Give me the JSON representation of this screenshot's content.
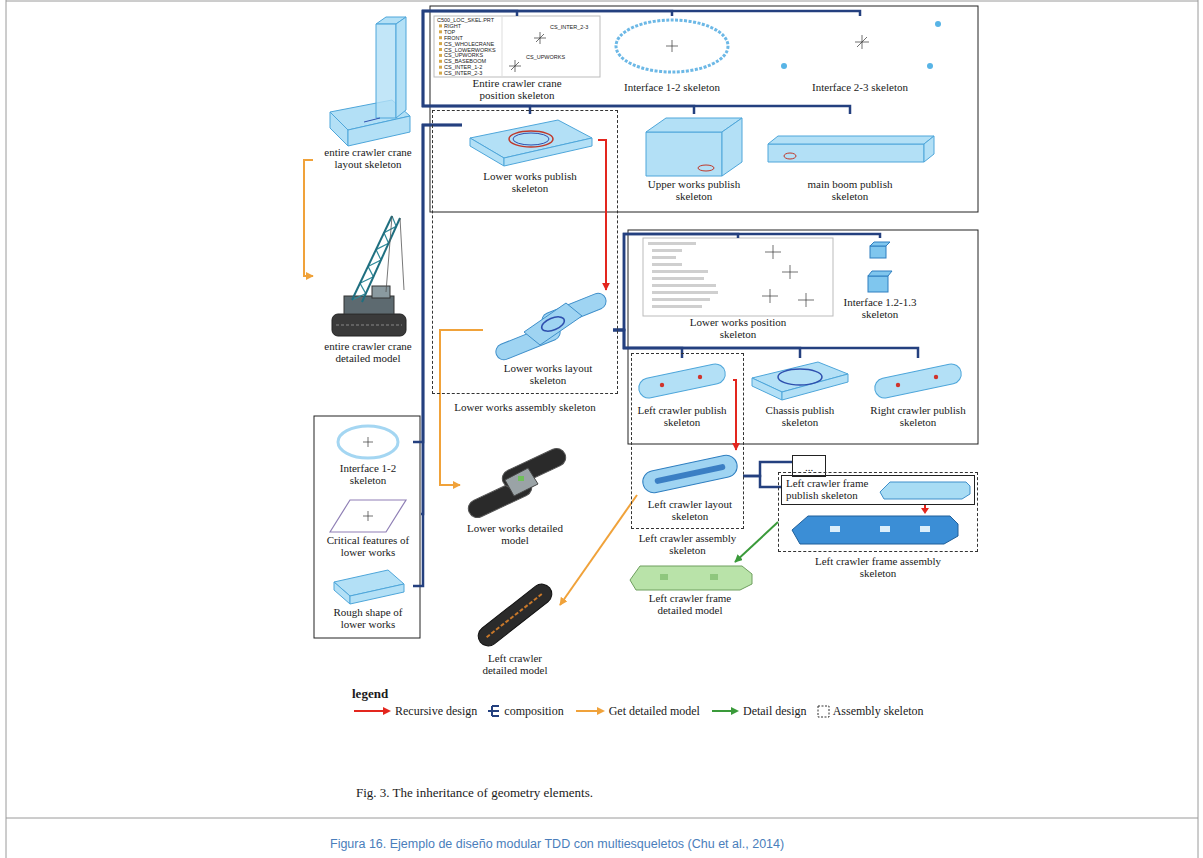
{
  "diagram": {
    "caption": "Figura 16. Ejemplo de diseño modular TDD con multiesqueletos (Chu et al., 2014)",
    "nodes": [
      {
        "text": [
          "entire crawler crane layout skeleton"
        ]
      },
      {
        "text": [
          "entire crawler crane detailed model"
        ]
      },
      {
        "text": [
          "Entire crawler crane position skeleton"
        ]
      },
      {
        "text": [
          "Interface 1-2 skeleton"
        ]
      },
      {
        "text": [
          "Interface 2-3 skeleton"
        ]
      },
      {
        "text": [
          "Lower works assembly skeleton"
        ]
      },
      {
        "text": [
          "Lower works publish skeleton"
        ],
        "in": 5
      },
      {
        "text": [
          "Upper works publish skeleton"
        ]
      },
      {
        "text": [
          "main boom publish skeleton"
        ]
      },
      {
        "text": [
          "Lower works layout skeleton"
        ],
        "in": 5
      },
      {
        "text": [
          "Lower works detailed model"
        ]
      },
      {
        "text": [
          "Left crawler detailed model"
        ]
      },
      {
        "text": [
          "Lower works position skeleton"
        ]
      },
      {
        "text": [
          "Interface 1.2-1.3 skeleton"
        ]
      },
      {
        "text": [
          "Left crawler assembly skeleton"
        ]
      },
      {
        "text": [
          "Left crawler publish skeleton"
        ],
        "in": 14
      },
      {
        "text": [
          "Chassis publish skeleton"
        ]
      },
      {
        "text": [
          "Right crawler publish skeleton"
        ]
      },
      {
        "text": [
          "Left crawler layout skeleton"
        ],
        "in": 14
      },
      {
        "text": [
          "..."
        ]
      },
      {
        "text": [
          "Left crawler frame assembly skeleton"
        ]
      },
      {
        "text": [
          "Left crawler frame publish skeleton"
        ],
        "in": 20
      },
      {
        "text": [
          "Left crawler frame detailed model"
        ]
      },
      {
        "text": [
          "Interface 1-2 skeleton"
        ]
      },
      {
        "text": [
          "Critical features of lower works"
        ]
      },
      {
        "text": [
          "Rough shape of lower works"
        ]
      }
    ],
    "edges": [
      {
        "from": 6,
        "to": 9,
        "arrow": "to"
      },
      {
        "from": 15,
        "to": 18,
        "arrow": "to"
      },
      {
        "from": 0,
        "to": 1,
        "arrow": "to"
      },
      {
        "from": 9,
        "to": 10,
        "arrow": "to"
      },
      {
        "from": 18,
        "to": 11,
        "arrow": "to"
      },
      {
        "from": 20,
        "to": 22,
        "arrow": "to"
      },
      {
        "from": 0,
        "to": 2,
        "arrow": "none"
      },
      {
        "from": 0,
        "to": 3,
        "arrow": "none"
      },
      {
        "from": 0,
        "to": 4,
        "arrow": "none"
      },
      {
        "from": 0,
        "to": 6,
        "arrow": "none"
      },
      {
        "from": 0,
        "to": 7,
        "arrow": "none"
      },
      {
        "from": 0,
        "to": 8,
        "arrow": "none"
      },
      {
        "from": 9,
        "to": 12,
        "arrow": "none"
      },
      {
        "from": 9,
        "to": 13,
        "arrow": "none"
      },
      {
        "from": 9,
        "to": 15,
        "arrow": "none"
      },
      {
        "from": 9,
        "to": 16,
        "arrow": "none"
      },
      {
        "from": 9,
        "to": 17,
        "arrow": "none"
      },
      {
        "from": 18,
        "to": 19,
        "arrow": "none"
      },
      {
        "from": 18,
        "to": 21,
        "arrow": "none"
      },
      {
        "from": 6,
        "to": 23,
        "arrow": "none"
      },
      {
        "from": 6,
        "to": 24,
        "arrow": "none"
      },
      {
        "from": 6,
        "to": 25,
        "arrow": "none"
      }
    ],
    "labels": [
      "C500_LOC_SKEL.PRT",
      "RIGHT",
      "TOP",
      "FRONT",
      "CS_WHOLECRANE",
      "CS_LOWERWORKS",
      "CS_UPWORKS",
      "CS_BASEBOOM",
      "CS_INTER_1-2",
      "CS_INTER_2-3",
      "CS_INTER_2-3",
      "CS_UPWORKS",
      "legend",
      "Fig. 3. The inheritance of geometry elements."
    ],
    "legend": [
      {
        "text": "Recursive design"
      },
      {
        "text": "composition"
      },
      {
        "text": "Get detailed model"
      },
      {
        "text": "Detail design"
      },
      {
        "text": "Assembly skeleton"
      }
    ]
  }
}
